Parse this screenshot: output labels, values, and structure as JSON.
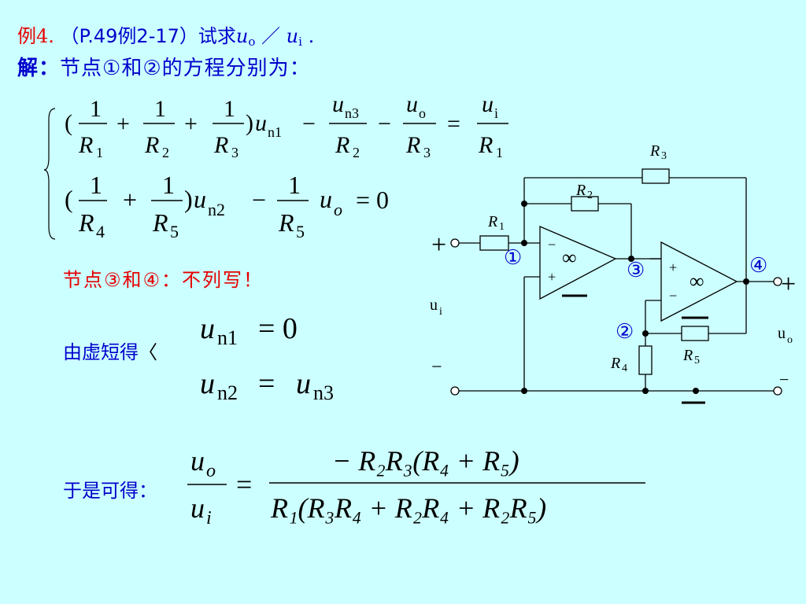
{
  "title": {
    "example_prefix": "例",
    "example_no": "4. ",
    "ref": "（P.49例2-17）试求",
    "u_o": "u",
    "u_o_sub": "o",
    "slash": " ／ ",
    "u_i": "u",
    "u_i_sub": "i",
    "dot": " ."
  },
  "subtitle": {
    "jie": "解：",
    "text": "节点①和②的方程分别为："
  },
  "eq1": {
    "open": "(",
    "one": "1",
    "R": "R",
    "s1": "1",
    "s2": "2",
    "s3": "3",
    "plus": "+",
    "close": ")",
    "u": "u",
    "n1": "n1",
    "minus": "−",
    "un3": "n3",
    "o": "o",
    "eq": "=",
    "i": "i"
  },
  "eq2": {
    "open": "(",
    "one": "1",
    "R": "R",
    "s4": "4",
    "s5": "5",
    "plus": "+",
    "close": ")",
    "u": "u",
    "n2": "n2",
    "minus": "−",
    "o": "o",
    "eq": "= 0"
  },
  "note": "节点③和④：不列写！",
  "virtual_short": {
    "label": "由虚短得",
    "brace": "〈",
    "line1_u": "u",
    "line1_sub": "n1",
    "line1_rhs": "= 0",
    "line2_u": "u",
    "line2_sub": "n2",
    "line2_eq": "=",
    "line2_u2": "u",
    "line2_sub2": "n3"
  },
  "result": {
    "label": "于是可得：",
    "lhs_num_u": "u",
    "lhs_num_sub": "o",
    "lhs_den_u": "u",
    "lhs_den_sub": "i",
    "eq": "=",
    "num": "− R₂R₃(R₄ + R₅)",
    "den": "R₁(R₃R₄ + R₂R₄ + R₂R₅)"
  },
  "circuit": {
    "R1": "R",
    "R1_sub": "1",
    "R2": "R",
    "R2_sub": "2",
    "R3": "R",
    "R3_sub": "3",
    "R4": "R",
    "R4_sub": "4",
    "R5": "R",
    "R5_sub": "5",
    "node1": "①",
    "node2": "②",
    "node3": "③",
    "node4": "④",
    "plus": "+",
    "minus": "−",
    "infinity": "∞",
    "ui": "u",
    "ui_sub": "i",
    "uo": "u",
    "uo_sub": "o"
  },
  "colors": {
    "background": "#ccffff",
    "red": "#e60000",
    "blue": "#0000cc"
  }
}
